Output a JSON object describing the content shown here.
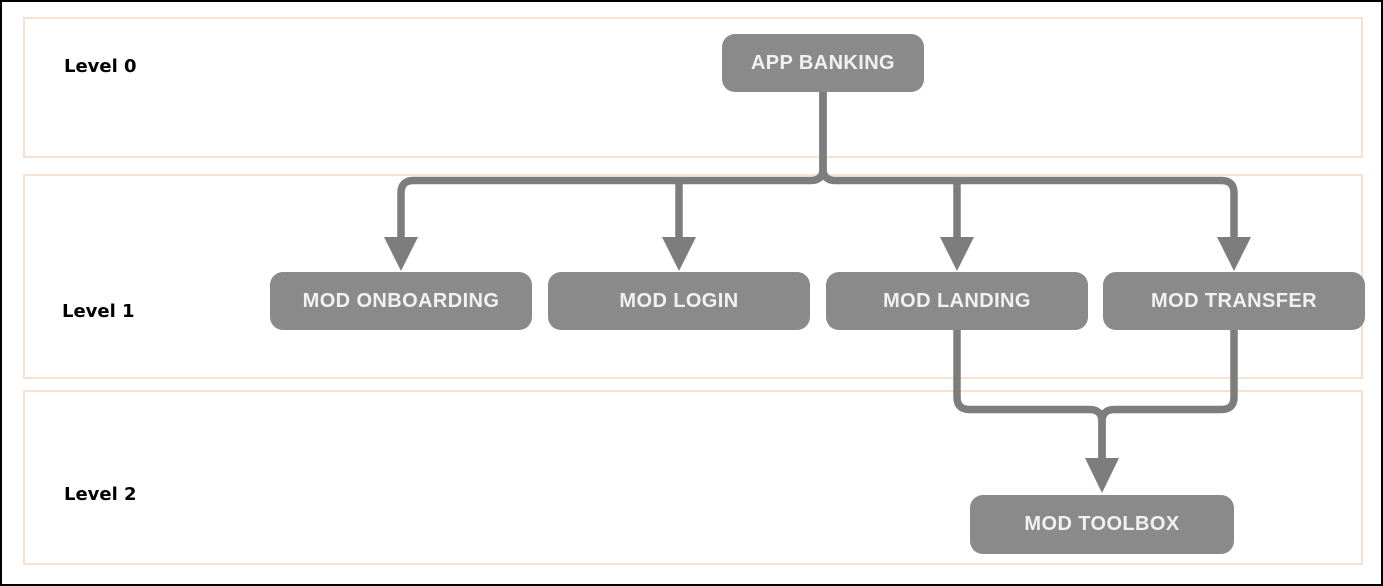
{
  "diagram": {
    "type": "module-hierarchy",
    "lanes": [
      {
        "label": "Level 0"
      },
      {
        "label": "Level 1"
      },
      {
        "label": "Level 2"
      }
    ],
    "nodes": [
      {
        "id": "app-banking",
        "label": "APP BANKING",
        "level": 0
      },
      {
        "id": "mod-onboarding",
        "label": "MOD ONBOARDING",
        "level": 1
      },
      {
        "id": "mod-login",
        "label": "MOD LOGIN",
        "level": 1
      },
      {
        "id": "mod-landing",
        "label": "MOD LANDING",
        "level": 1
      },
      {
        "id": "mod-transfer",
        "label": "MOD TRANSFER",
        "level": 1
      },
      {
        "id": "mod-toolbox",
        "label": "MOD TOOLBOX",
        "level": 2
      }
    ],
    "edges": [
      {
        "from": "app-banking",
        "to": "mod-onboarding"
      },
      {
        "from": "app-banking",
        "to": "mod-login"
      },
      {
        "from": "app-banking",
        "to": "mod-landing"
      },
      {
        "from": "app-banking",
        "to": "mod-transfer"
      },
      {
        "from": "mod-landing",
        "to": "mod-toolbox"
      },
      {
        "from": "mod-transfer",
        "to": "mod-toolbox"
      }
    ],
    "colors": {
      "node_fill": "#8a8a8a",
      "node_text": "#f1f1f1",
      "connector": "#7d7d7d",
      "lane_border": "#f8e2cd",
      "lane_label_text": "#000000",
      "background": "#ffffff",
      "outer_border": "#000000"
    }
  }
}
